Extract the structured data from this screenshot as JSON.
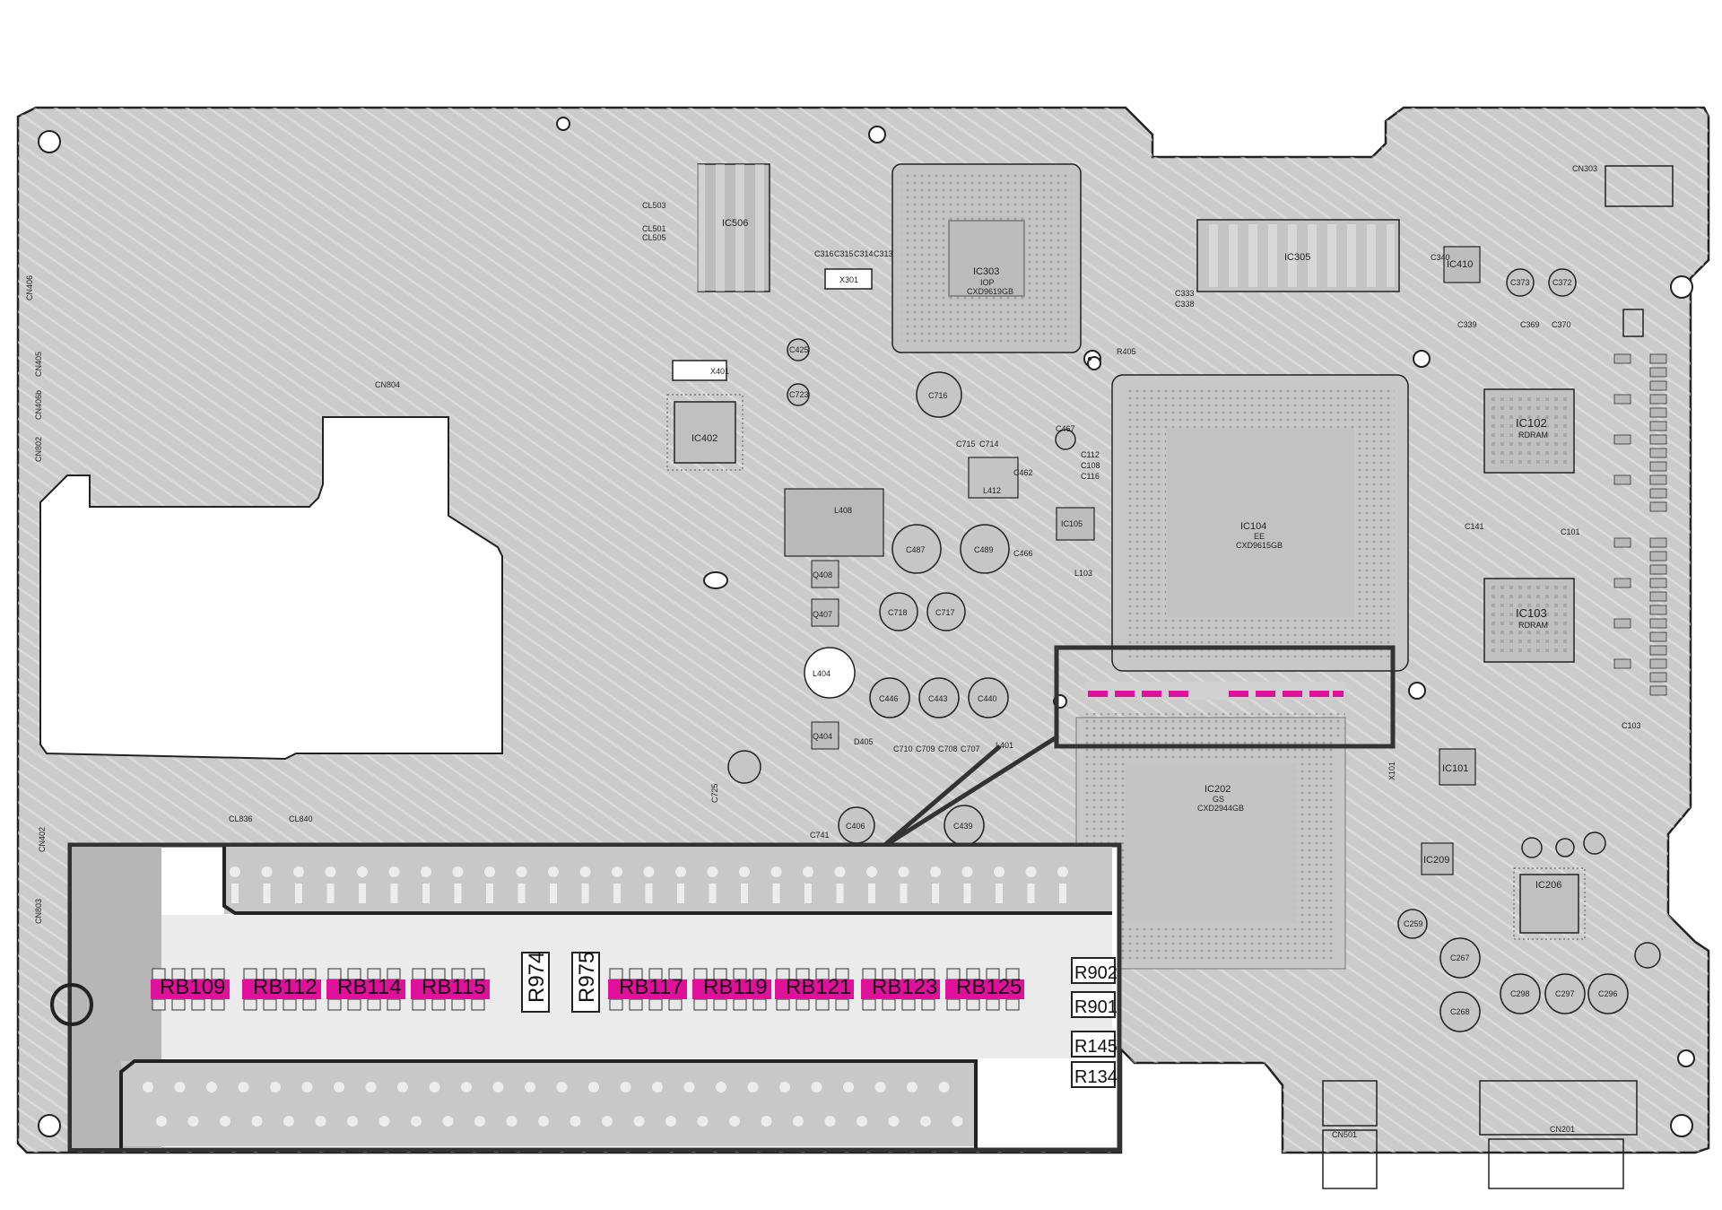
{
  "board": {
    "chips": [
      {
        "ref": "IC506"
      },
      {
        "ref": "IC303",
        "sub1": "IOP",
        "sub2": "CXD9619GB"
      },
      {
        "ref": "IC305"
      },
      {
        "ref": "IC410"
      },
      {
        "ref": "IC402"
      },
      {
        "ref": "IC105"
      },
      {
        "ref": "IC104",
        "sub1": "EE",
        "sub2": "CXD9615GB"
      },
      {
        "ref": "IC102",
        "sub1": "RDRAM"
      },
      {
        "ref": "IC103",
        "sub1": "RDRAM"
      },
      {
        "ref": "IC202",
        "sub1": "GS",
        "sub2": "CXD2944GB"
      },
      {
        "ref": "IC101"
      },
      {
        "ref": "IC209"
      },
      {
        "ref": "IC206"
      }
    ],
    "capacitors": [
      "C716",
      "C487",
      "C489",
      "C718",
      "C717",
      "C446",
      "C443",
      "C440",
      "C406",
      "C439",
      "C425",
      "C723",
      "C373",
      "C372",
      "C467",
      "C259",
      "C267",
      "C268",
      "C298",
      "C297",
      "C296",
      "C141",
      "C101",
      "C103"
    ],
    "parts": [
      "X301",
      "X401",
      "L408",
      "L404",
      "Q408",
      "Q407",
      "Q404",
      "L412",
      "L401",
      "C715",
      "C714",
      "C710",
      "C709",
      "C708",
      "C707",
      "D405",
      "C112",
      "C108",
      "C116",
      "L103",
      "CN804",
      "CN406",
      "CN405",
      "CN406b",
      "CN802",
      "CN402",
      "CN803",
      "CN303",
      "CN501",
      "CN201",
      "X101"
    ],
    "small_labels": [
      "CL503",
      "CL501",
      "CL505",
      "C316",
      "C315",
      "C314",
      "C313",
      "C333",
      "C338",
      "C339",
      "C369",
      "C370",
      "C340",
      "C462",
      "C466",
      "R405",
      "CL836",
      "CL840",
      "C741",
      "C725"
    ]
  },
  "zoom": {
    "resistor_arrays": [
      "RB109",
      "RB112",
      "RB114",
      "RB115",
      "RB117",
      "RB119",
      "RB121",
      "RB123",
      "RB125"
    ],
    "vertical_resistors": [
      "R974",
      "R975"
    ],
    "right_resistors": [
      "R902",
      "R901",
      "R145",
      "R134"
    ]
  },
  "colors": {
    "board": "#c9c9c9",
    "trace": "#f4f4f4",
    "highlight": "#e0109a",
    "outline": "#333333"
  }
}
